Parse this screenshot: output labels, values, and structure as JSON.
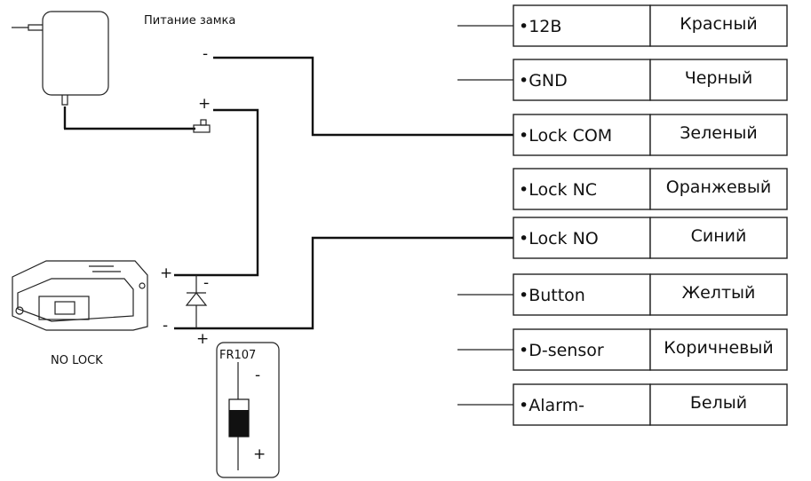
{
  "power_label": "Питание замка",
  "lock_label": "NO LOCK",
  "diode_label": "FR107",
  "signs": {
    "minus": "-",
    "plus": "+"
  },
  "terminals": [
    {
      "signal": "•12В",
      "color": "Красный",
      "wired": false
    },
    {
      "signal": "•GND",
      "color": "Черный",
      "wired": false
    },
    {
      "signal": "•Lock COM",
      "color": "Зеленый",
      "wired": true
    },
    {
      "signal": "•Lock NC",
      "color": "Оранжевый",
      "wired": false
    },
    {
      "signal": "•Lock NO",
      "color": "Синий",
      "wired": true
    },
    {
      "signal": "•Button",
      "color": "Желтый",
      "wired": false
    },
    {
      "signal": "•D-sensor",
      "color": "Коричневый",
      "wired": false
    },
    {
      "signal": "•Alarm-",
      "color": "Белый",
      "wired": false
    }
  ]
}
